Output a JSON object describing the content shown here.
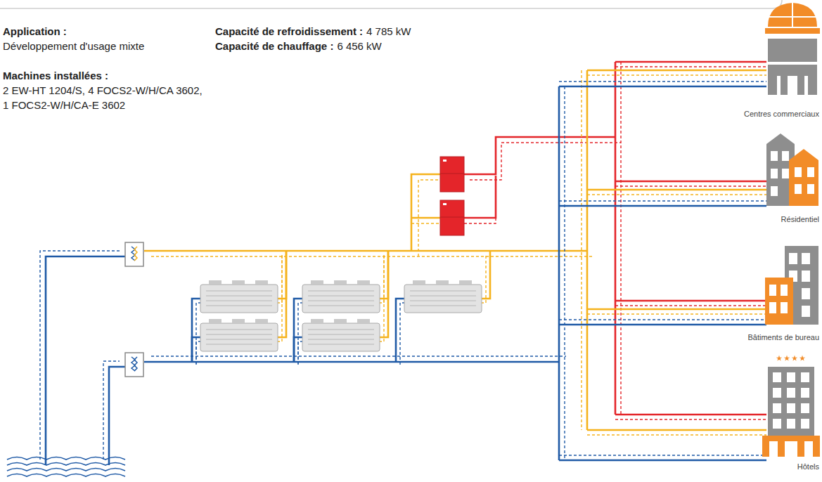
{
  "diagram": {
    "nodes": [
      {
        "text": [
          "Centres commerciaux"
        ]
      },
      {
        "text": [
          "Résidentiel"
        ]
      },
      {
        "text": [
          "Bâtiments de bureau"
        ]
      },
      {
        "text": [
          "Hôtels"
        ]
      }
    ],
    "labels": [
      "Application :",
      "Développement d'usage mixte",
      "Capacité de refroidissement :",
      "4 785 kW",
      "Capacité de chauffage :",
      "6 456 kW",
      "Machines installées :",
      "2 EW-HT 1204/S, 4 FOCS2-W/H/CA 3602, 1 FOCS2-W/H/CA-E 3602"
    ]
  }
}
